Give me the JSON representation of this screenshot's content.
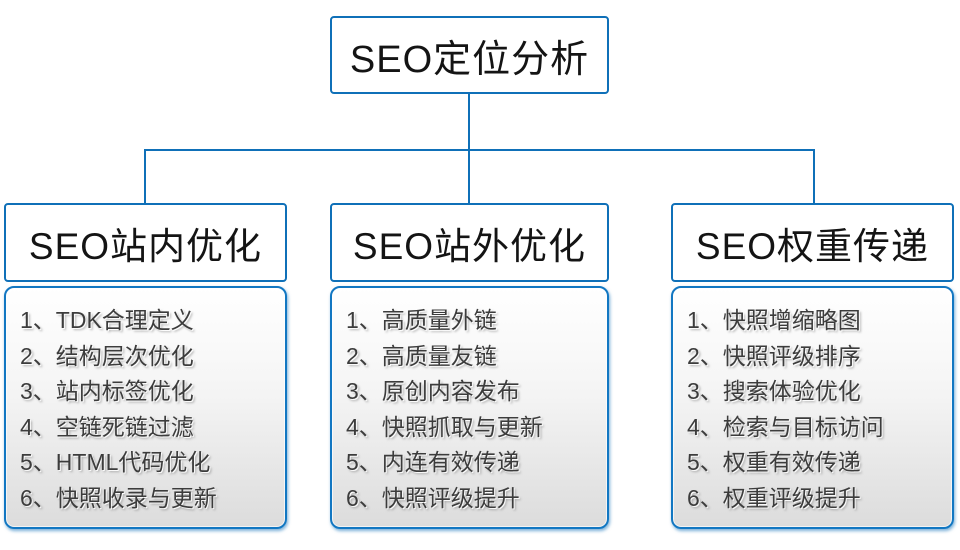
{
  "diagram": {
    "root": {
      "label": "SEO定位分析"
    },
    "columns": [
      {
        "header": "SEO站内优化",
        "items": [
          "1、TDK合理定义",
          "2、结构层次优化",
          "3、站内标签优化",
          "4、空链死链过滤",
          "5、HTML代码优化",
          "6、快照收录与更新"
        ]
      },
      {
        "header": "SEO站外优化",
        "items": [
          "1、高质量外链",
          "2、高质量友链",
          "3、原创内容发布",
          "4、快照抓取与更新",
          "5、内连有效传递",
          "6、快照评级提升"
        ]
      },
      {
        "header": "SEO权重传递",
        "items": [
          "1、快照增缩略图",
          "2、快照评级排序",
          "3、搜索体验优化",
          "4、检索与目标访问",
          "5、权重有效传递",
          "6、权重评级提升"
        ]
      }
    ],
    "colors": {
      "accent": "#0f70b8",
      "panel_border": "#1277c2",
      "text": "#141414",
      "item_text": "#3c3c3c"
    }
  }
}
